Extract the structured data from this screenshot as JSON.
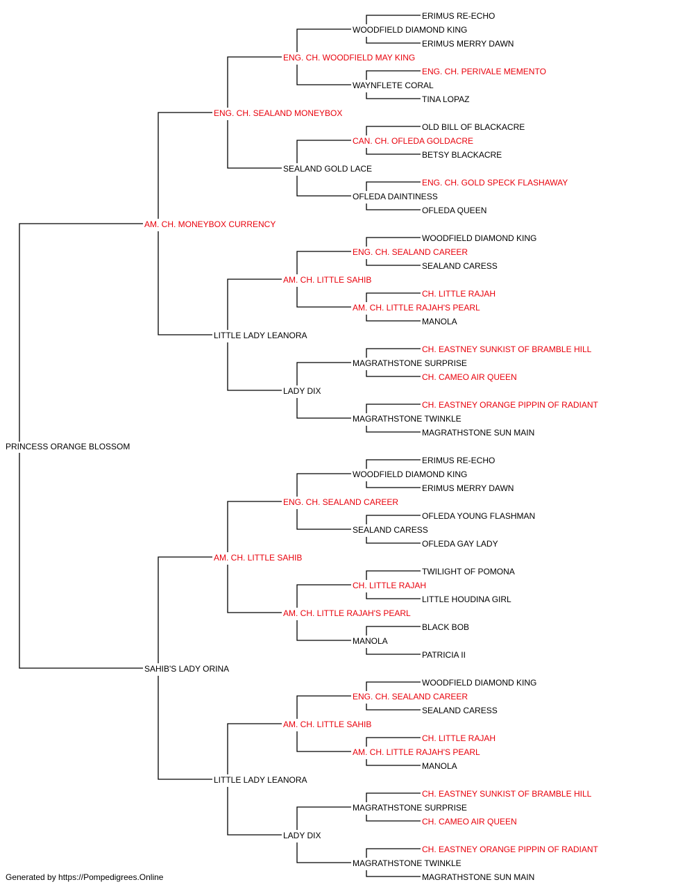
{
  "colors": {
    "champion": "#e8000b",
    "normal": "#000000",
    "line": "#000000"
  },
  "pedigree": {
    "name": "PRINCESS ORANGE BLOSSOM",
    "champion": false,
    "sire": {
      "name": "AM. CH. MONEYBOX CURRENCY",
      "champion": true,
      "sire": {
        "name": "ENG. CH. SEALAND MONEYBOX",
        "champion": true,
        "sire": {
          "name": "ENG. CH. WOODFIELD MAY KING",
          "champion": true,
          "sire": {
            "name": "WOODFIELD DIAMOND KING",
            "champion": false,
            "sire": {
              "name": "ERIMUS RE-ECHO",
              "champion": false
            },
            "dam": {
              "name": "ERIMUS MERRY DAWN",
              "champion": false
            }
          },
          "dam": {
            "name": "WAYNFLETE CORAL",
            "champion": false,
            "sire": {
              "name": "ENG. CH. PERIVALE MEMENTO",
              "champion": true
            },
            "dam": {
              "name": "TINA LOPAZ",
              "champion": false
            }
          }
        },
        "dam": {
          "name": "SEALAND GOLD LACE",
          "champion": false,
          "sire": {
            "name": "CAN. CH. OFLEDA GOLDACRE",
            "champion": true,
            "sire": {
              "name": "OLD BILL OF BLACKACRE",
              "champion": false
            },
            "dam": {
              "name": "BETSY BLACKACRE",
              "champion": false
            }
          },
          "dam": {
            "name": "OFLEDA DAINTINESS",
            "champion": false,
            "sire": {
              "name": "ENG. CH. GOLD SPECK FLASHAWAY",
              "champion": true
            },
            "dam": {
              "name": "OFLEDA QUEEN",
              "champion": false
            }
          }
        }
      },
      "dam": {
        "name": "LITTLE LADY LEANORA",
        "champion": false,
        "sire": {
          "name": "AM. CH. LITTLE SAHIB",
          "champion": true,
          "sire": {
            "name": "ENG. CH. SEALAND CAREER",
            "champion": true,
            "sire": {
              "name": "WOODFIELD DIAMOND KING",
              "champion": false
            },
            "dam": {
              "name": "SEALAND CARESS",
              "champion": false
            }
          },
          "dam": {
            "name": "AM. CH. LITTLE RAJAH'S PEARL",
            "champion": true,
            "sire": {
              "name": "CH. LITTLE RAJAH",
              "champion": true
            },
            "dam": {
              "name": "MANOLA",
              "champion": false
            }
          }
        },
        "dam": {
          "name": "LADY DIX",
          "champion": false,
          "sire": {
            "name": "MAGRATHSTONE SURPRISE",
            "champion": false,
            "sire": {
              "name": "CH. EASTNEY SUNKIST OF BRAMBLE HILL",
              "champion": true
            },
            "dam": {
              "name": "CH. CAMEO AIR QUEEN",
              "champion": true
            }
          },
          "dam": {
            "name": "MAGRATHSTONE TWINKLE",
            "champion": false,
            "sire": {
              "name": "CH. EASTNEY ORANGE PIPPIN OF RADIANT",
              "champion": true
            },
            "dam": {
              "name": "MAGRATHSTONE SUN MAIN",
              "champion": false
            }
          }
        }
      }
    },
    "dam": {
      "name": "SAHIB'S LADY ORINA",
      "champion": false,
      "sire": {
        "name": "AM. CH. LITTLE SAHIB",
        "champion": true,
        "sire": {
          "name": "ENG. CH. SEALAND CAREER",
          "champion": true,
          "sire": {
            "name": "WOODFIELD DIAMOND KING",
            "champion": false,
            "sire": {
              "name": "ERIMUS RE-ECHO",
              "champion": false
            },
            "dam": {
              "name": "ERIMUS MERRY DAWN",
              "champion": false
            }
          },
          "dam": {
            "name": "SEALAND CARESS",
            "champion": false,
            "sire": {
              "name": "OFLEDA YOUNG FLASHMAN",
              "champion": false
            },
            "dam": {
              "name": "OFLEDA GAY LADY",
              "champion": false
            }
          }
        },
        "dam": {
          "name": "AM. CH. LITTLE RAJAH'S PEARL",
          "champion": true,
          "sire": {
            "name": "CH. LITTLE RAJAH",
            "champion": true,
            "sire": {
              "name": "TWILIGHT OF POMONA",
              "champion": false
            },
            "dam": {
              "name": "LITTLE HOUDINA GIRL",
              "champion": false
            }
          },
          "dam": {
            "name": "MANOLA",
            "champion": false,
            "sire": {
              "name": "BLACK BOB",
              "champion": false
            },
            "dam": {
              "name": "PATRICIA II",
              "champion": false
            }
          }
        }
      },
      "dam": {
        "name": "LITTLE LADY LEANORA",
        "champion": false,
        "sire": {
          "name": "AM. CH. LITTLE SAHIB",
          "champion": true,
          "sire": {
            "name": "ENG. CH. SEALAND CAREER",
            "champion": true,
            "sire": {
              "name": "WOODFIELD DIAMOND KING",
              "champion": false
            },
            "dam": {
              "name": "SEALAND CARESS",
              "champion": false
            }
          },
          "dam": {
            "name": "AM. CH. LITTLE RAJAH'S PEARL",
            "champion": true,
            "sire": {
              "name": "CH. LITTLE RAJAH",
              "champion": true
            },
            "dam": {
              "name": "MANOLA",
              "champion": false
            }
          }
        },
        "dam": {
          "name": "LADY DIX",
          "champion": false,
          "sire": {
            "name": "MAGRATHSTONE SURPRISE",
            "champion": false,
            "sire": {
              "name": "CH. EASTNEY SUNKIST OF BRAMBLE HILL",
              "champion": true
            },
            "dam": {
              "name": "CH. CAMEO AIR QUEEN",
              "champion": true
            }
          },
          "dam": {
            "name": "MAGRATHSTONE TWINKLE",
            "champion": false,
            "sire": {
              "name": "CH. EASTNEY ORANGE PIPPIN OF RADIANT",
              "champion": true
            },
            "dam": {
              "name": "MAGRATHSTONE SUN MAIN",
              "champion": false
            }
          }
        }
      }
    }
  },
  "footer": {
    "text": "Generated by https://Pompedigrees.Online"
  }
}
